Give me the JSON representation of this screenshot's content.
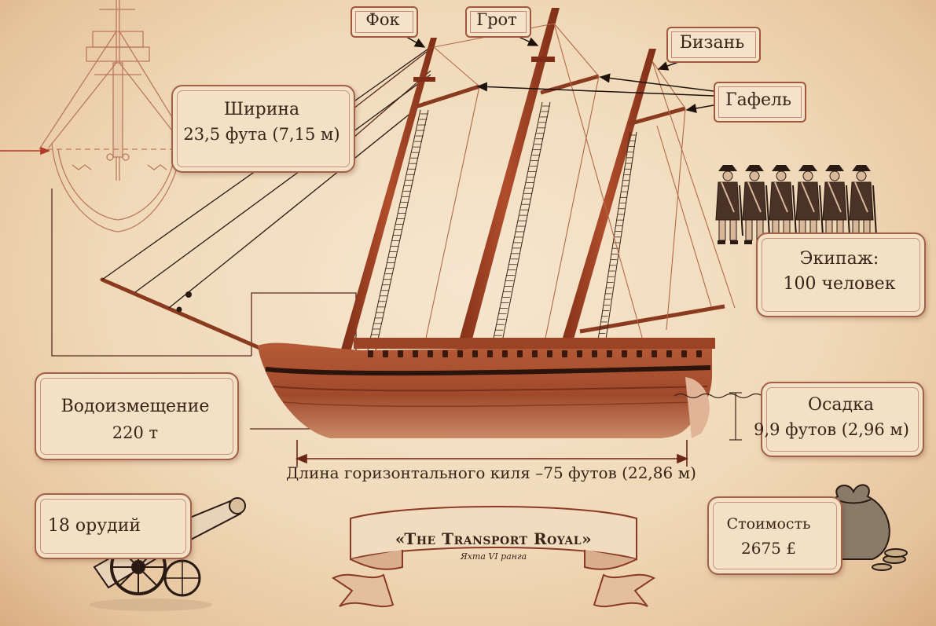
{
  "labels": {
    "fok": "Фок",
    "grot": "Грот",
    "bizan": "Бизань",
    "gafel": "Гафель",
    "shirina_title": "Ширина",
    "shirina_value": "23,5 фута (7,15 м)",
    "ekipazh_title": "Экипаж:",
    "ekipazh_value": "100 человек",
    "vodoizm_title": "Водоизмещение",
    "vodoizm_value": "220 т",
    "osadka_title": "Осадка",
    "osadka_value": "9,9 футов (2,96 м)",
    "dlina": "Длина горизонтального киля –75 футов (22,86 м)",
    "orudiya": "18 орудий",
    "stoimost_title": "Стоимость",
    "stoimost_value": "2675 £"
  },
  "banner": {
    "title": "«The Transport Royal»",
    "subtitle": "Яхта VI ранга"
  },
  "colors": {
    "hull": "#a04a2c",
    "mast": "#9c3f22",
    "line": "#2a1a14",
    "parchment": "#f3e1c6",
    "ink": "#3a2418"
  }
}
